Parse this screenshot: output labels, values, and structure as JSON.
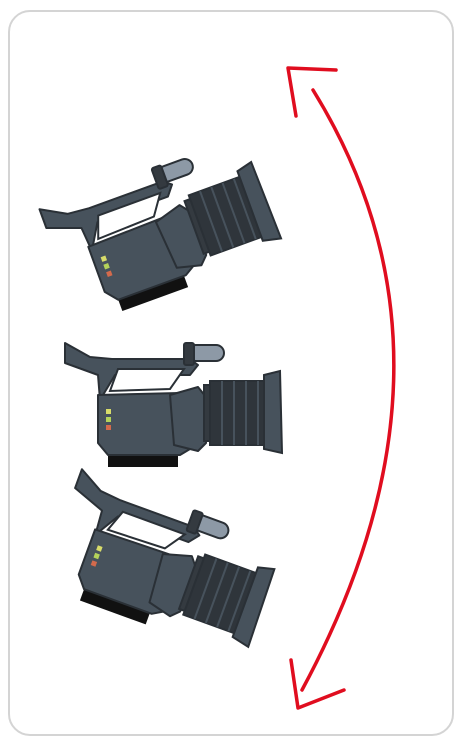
{
  "colors": {
    "camera_body": "#47525c",
    "camera_outline": "#2a3036",
    "lens_dark": "#343a40",
    "battery": "#111111",
    "led_yellow": "#d8dc6a",
    "led_green": "#b4d25a",
    "led_red": "#d36a4c",
    "arrow": "#e00d1f",
    "card_border": "#d4d4d4"
  },
  "cameras": [
    {
      "role": "tilt-up",
      "tilt_deg": -20
    },
    {
      "role": "level",
      "tilt_deg": 0
    },
    {
      "role": "tilt-down",
      "tilt_deg": 20
    }
  ],
  "icons": {
    "arrow": "curved-double-arrow-icon"
  }
}
